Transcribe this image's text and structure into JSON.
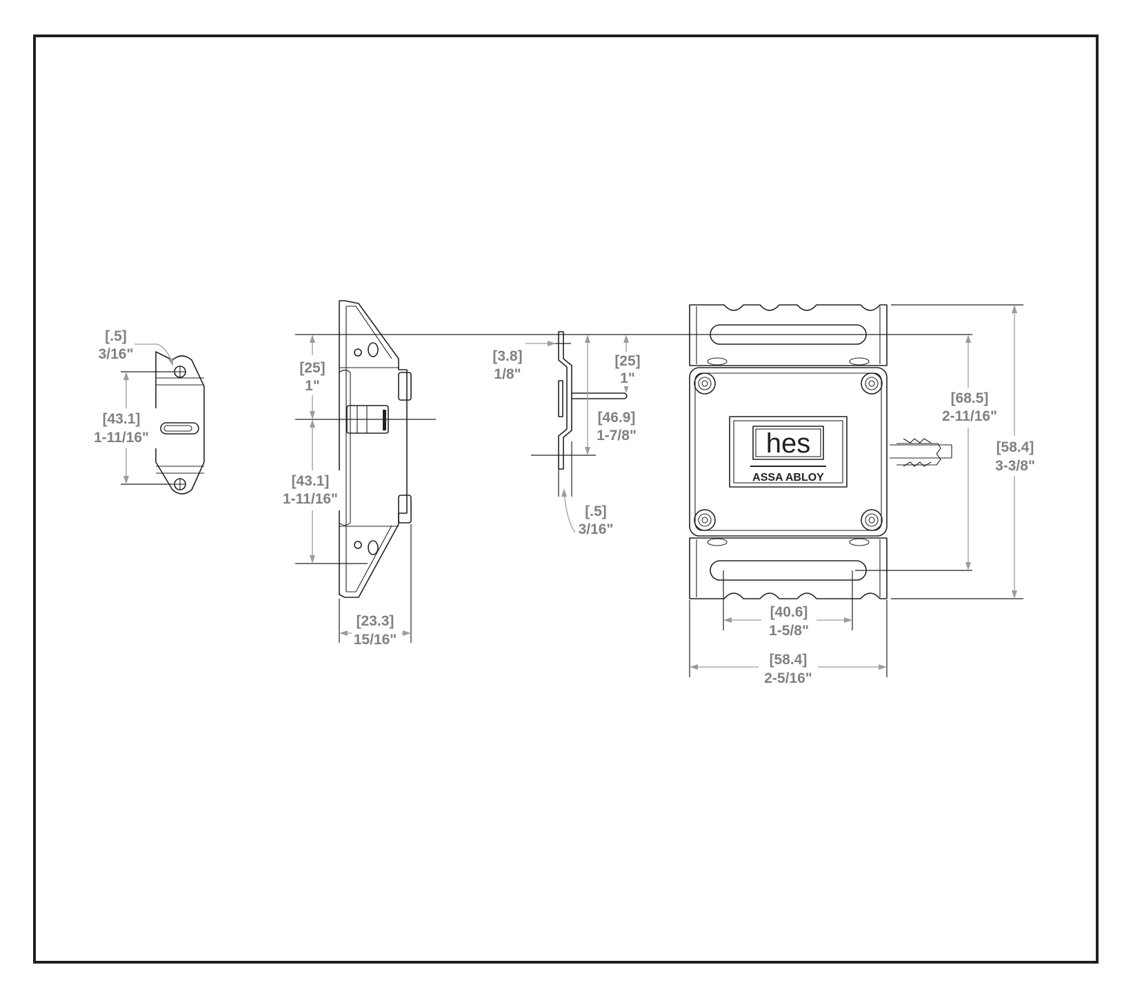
{
  "dimensions": {
    "strike_hole": {
      "metric": "[.5]",
      "inch": "3/16\""
    },
    "strike_height": {
      "metric": "[43.1]",
      "inch": "1-11/16\""
    },
    "side_top": {
      "metric": "[25]",
      "inch": "1\""
    },
    "side_center": {
      "metric": "[43.1]",
      "inch": "1-11/16\""
    },
    "side_width": {
      "metric": "[23.3]",
      "inch": "15/16\""
    },
    "profile_offset": {
      "metric": "[3.8]",
      "inch": "1/8\""
    },
    "profile_pin": {
      "metric": "[25]",
      "inch": "1\""
    },
    "profile_height": {
      "metric": "[46.9]",
      "inch": "1-7/8\""
    },
    "profile_thickness": {
      "metric": "[.5]",
      "inch": "3/16\""
    },
    "front_mount_spacing": {
      "metric": "[68.5]",
      "inch": "2-11/16\""
    },
    "front_total_height": {
      "metric": "[58.4]",
      "inch": "3-3/8\""
    },
    "front_slot_width": {
      "metric": "[40.6]",
      "inch": "1-5/8\""
    },
    "front_total_width": {
      "metric": "[58.4]",
      "inch": "2-5/16\""
    }
  },
  "logo": {
    "brand": "hes",
    "company": "ASSA ABLOY"
  },
  "colors": {
    "line": "#231f20",
    "dimension": "#9c9c9c",
    "dimension_text": "#808080",
    "frame": "#231f20"
  }
}
